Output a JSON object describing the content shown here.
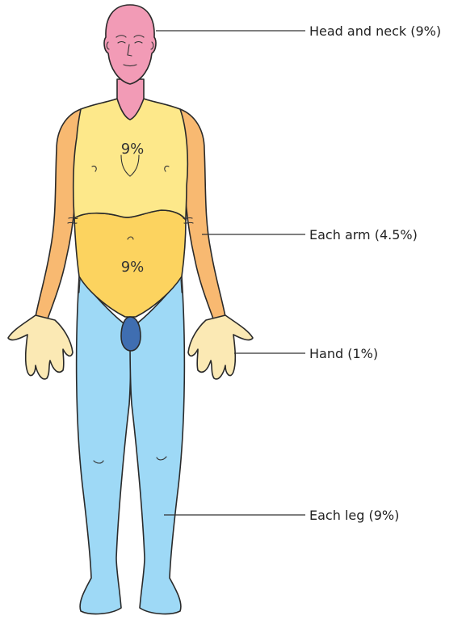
{
  "labels": {
    "head_neck": "Head and neck (9%)",
    "arm": "Each arm (4.5%)",
    "hand": "Hand (1%)",
    "leg": "Each leg (9%)"
  },
  "regions": {
    "chest_pct": "9%",
    "abdomen_pct": "9%"
  },
  "colors": {
    "head_neck": "#f29bb6",
    "chest": "#fde88a",
    "abdomen": "#fcd35f",
    "arm": "#f8b971",
    "hand": "#fbe9b4",
    "leg": "#9ed9f6",
    "genitals": "#3f6eb1"
  }
}
